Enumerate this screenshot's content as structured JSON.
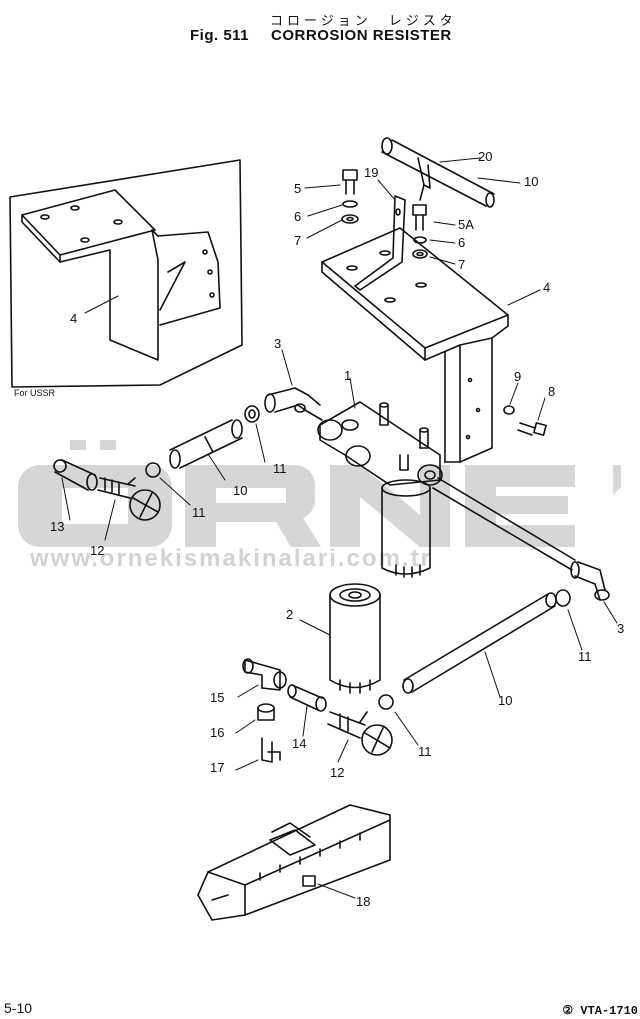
{
  "header": {
    "japanese_title": "コロージョン　レジスタ",
    "fig_label": "Fig. 511",
    "title": "CORROSION RESISTER"
  },
  "inset_note": "For USSR",
  "watermark": {
    "logo": "ÖRNEK",
    "url": "www.ornekismakinalari.com.tr"
  },
  "callouts": [
    "20",
    "10",
    "19",
    "5",
    "6",
    "7",
    "5A",
    "6",
    "7",
    "4",
    "4",
    "3",
    "1",
    "9",
    "8",
    "11",
    "10",
    "11",
    "13",
    "12",
    "2",
    "3",
    "11",
    "10",
    "15",
    "16",
    "14",
    "12",
    "11",
    "17",
    "18"
  ],
  "footer": {
    "page": "5-10",
    "code": "② VTA-1710"
  },
  "colors": {
    "line": "#111111",
    "watermark": "#d4d4d4"
  }
}
